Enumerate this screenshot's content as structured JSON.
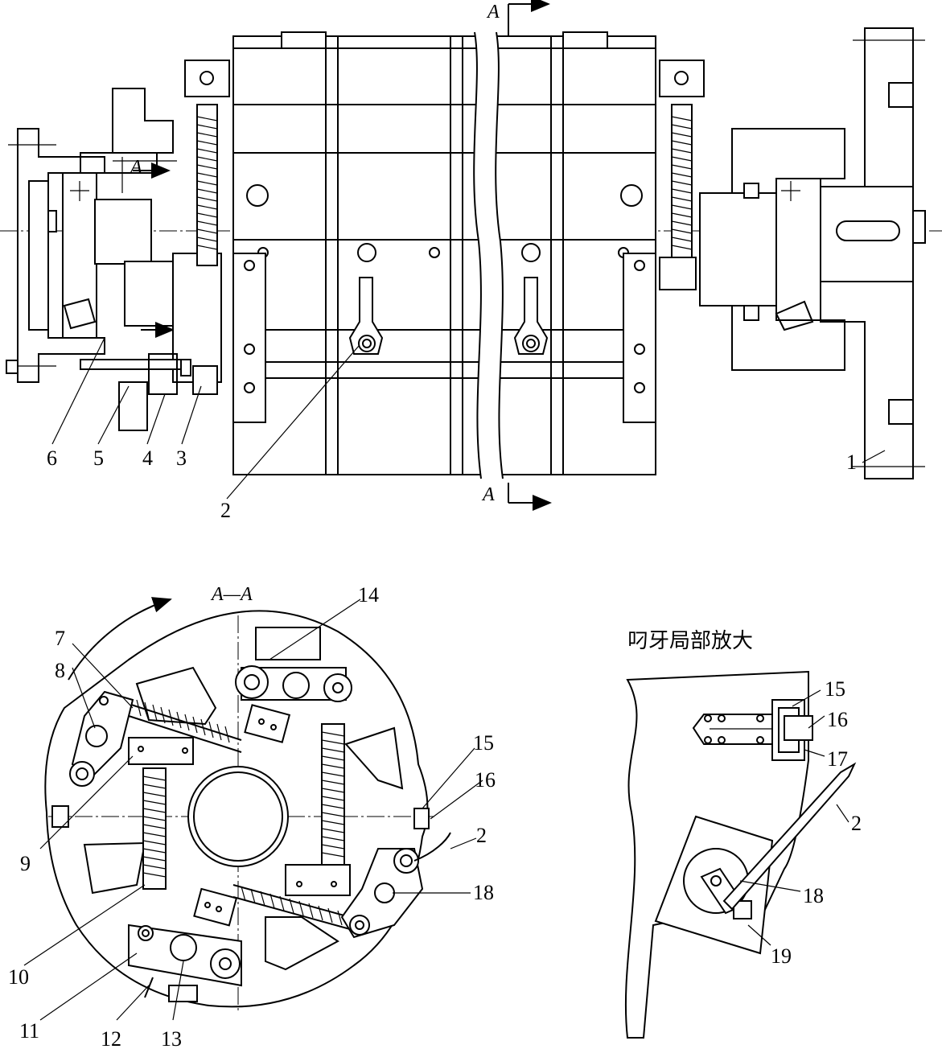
{
  "section_marks": {
    "top": "A",
    "bottom": "A",
    "small": "A"
  },
  "section_view_title": "A—A",
  "detail_view_title": "叼牙局部放大",
  "top_view_labels": [
    "6",
    "5",
    "4",
    "3",
    "2",
    "1"
  ],
  "section_view_labels": [
    "14",
    "7",
    "8",
    "9",
    "15",
    "16",
    "2",
    "18",
    "10",
    "11",
    "12",
    "13"
  ],
  "detail_view_labels": [
    "15",
    "16",
    "17",
    "2",
    "18",
    "19"
  ]
}
